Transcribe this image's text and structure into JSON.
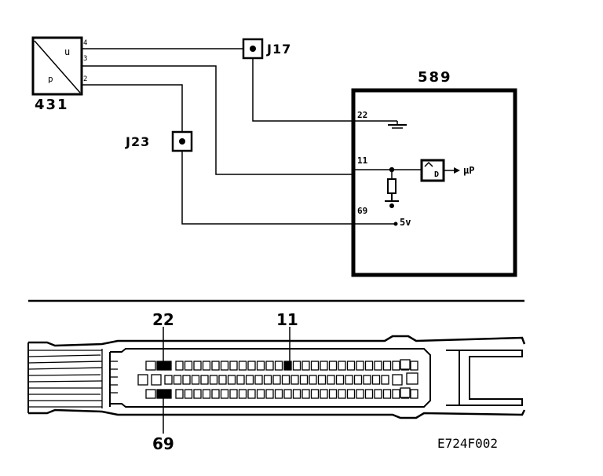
{
  "components": {
    "sensor": {
      "id": "431",
      "letter_top": "u",
      "letter_bottom": "p"
    },
    "junction_top": {
      "id": "J17"
    },
    "junction_left": {
      "id": "J23"
    },
    "ecu": {
      "id": "589",
      "pins": {
        "ground": "22",
        "signal": "11",
        "supply": "69"
      },
      "output_label": "µP",
      "supply_label": "5v",
      "converter_letter": "D"
    }
  },
  "connector": {
    "callout_top_left": "22",
    "callout_top_right": "11",
    "callout_bottom": "69"
  },
  "figure_code": "E724F002"
}
